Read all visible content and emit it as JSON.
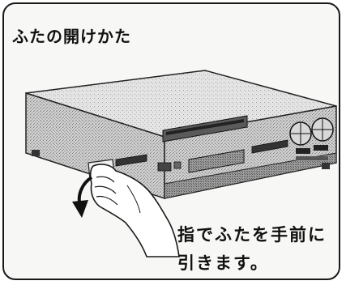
{
  "heading": "ふたの開けかた",
  "caption": {
    "line1": "指でふたを手前に",
    "line2": "引きます。"
  },
  "icons": {
    "device": "vcr-illustration",
    "hand": "hand-icon",
    "arrow": "arrow-down-curved-icon"
  }
}
